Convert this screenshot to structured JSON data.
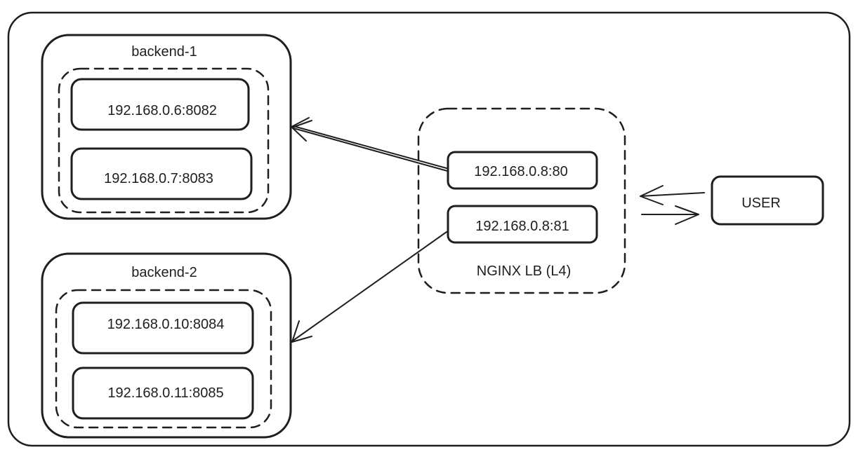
{
  "groups": {
    "backend1": {
      "title": "backend-1",
      "servers": [
        "192.168.0.6:8082",
        "192.168.0.7:8083"
      ]
    },
    "backend2": {
      "title": "backend-2",
      "servers": [
        "192.168.0.10:8084",
        "192.168.0.11:8085"
      ]
    },
    "lb": {
      "title": "NGINX LB (L4)",
      "ports": [
        "192.168.0.8:80",
        "192.168.0.8:81"
      ]
    }
  },
  "user": {
    "label": "USER"
  }
}
